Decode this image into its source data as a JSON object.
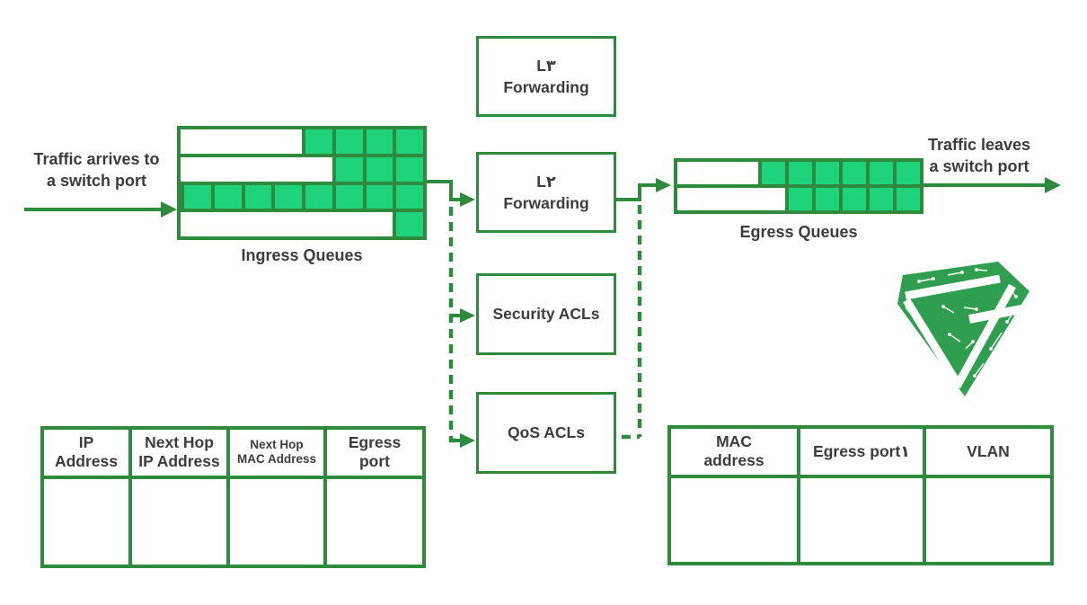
{
  "colors": {
    "line_green": "#2e8b3d",
    "queue_fill_green": "#1fd27c",
    "logo_green": "#2f9e4e",
    "text_gray": "#3c3c3c"
  },
  "labels": {
    "traffic_in": "Traffic arrives to\na switch port",
    "traffic_out": "Traffic leaves\na switch port",
    "ingress_queues": "Ingress Queues",
    "egress_queues": "Egress Queues"
  },
  "boxes": {
    "l3_forwarding": "L٣\nForwarding",
    "l2_forwarding": "L٢\nForwarding",
    "security_acls": "Security ACLs",
    "qos_acls": "QoS ACLs"
  },
  "queues": {
    "ingress": {
      "rows": [
        4,
        3,
        8,
        1
      ],
      "cells_per_row": 8
    },
    "egress": {
      "rows": [
        6,
        5
      ],
      "cells_per_row": 9
    }
  },
  "tables": {
    "routing": {
      "headers": [
        {
          "text": "IP\nAddress"
        },
        {
          "text": "Next Hop\nIP Address"
        },
        {
          "text": "Next Hop\nMAC Address",
          "small": true
        },
        {
          "text": "Egress\nport"
        }
      ],
      "body_rows": 1
    },
    "mac": {
      "headers": [
        {
          "text": "MAC\naddress"
        },
        {
          "text": "Egress port١"
        },
        {
          "text": "VLAN"
        }
      ],
      "body_rows": 1
    }
  },
  "logo": {
    "name": "circuit-gem-g-logo"
  }
}
